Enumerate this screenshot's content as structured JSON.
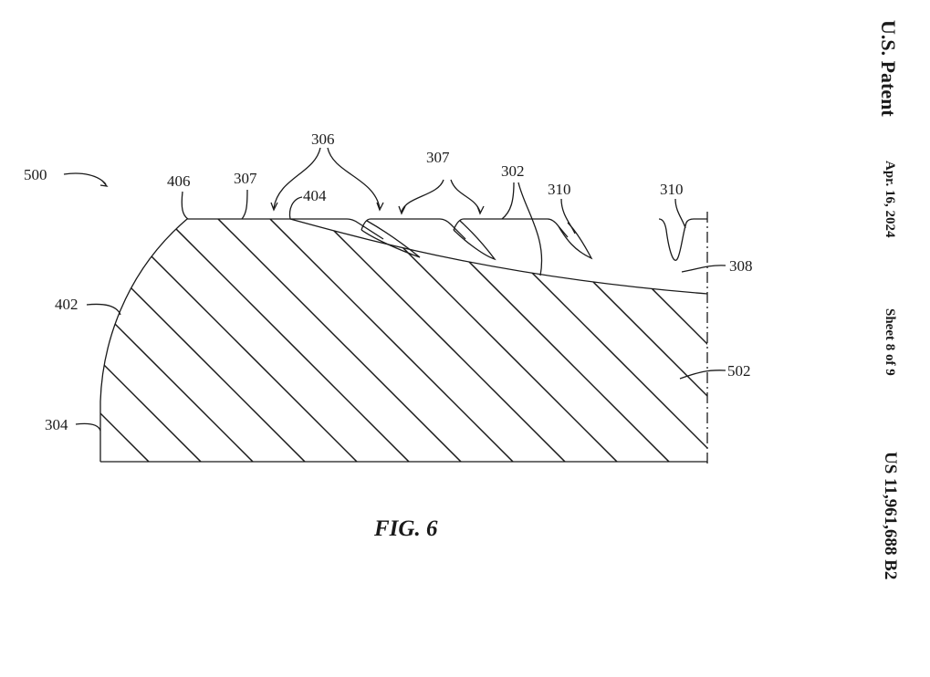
{
  "header": {
    "title": "U.S. Patent",
    "date": "Apr. 16, 2024",
    "sheet": "Sheet 8 of 9",
    "patent_number": "US 11,961,688 B2"
  },
  "figure": {
    "label": "FIG. 6",
    "reference_numerals": {
      "assembly": "500",
      "edge_corner": "406",
      "flat_left": "307",
      "grooves": "306",
      "interface_start": "404",
      "flats": "307",
      "surface": "302",
      "pit_a": "310",
      "pit_b": "310",
      "upper_layer": "308",
      "curved_edge": "402",
      "side_wall": "304",
      "substrate": "502"
    }
  }
}
